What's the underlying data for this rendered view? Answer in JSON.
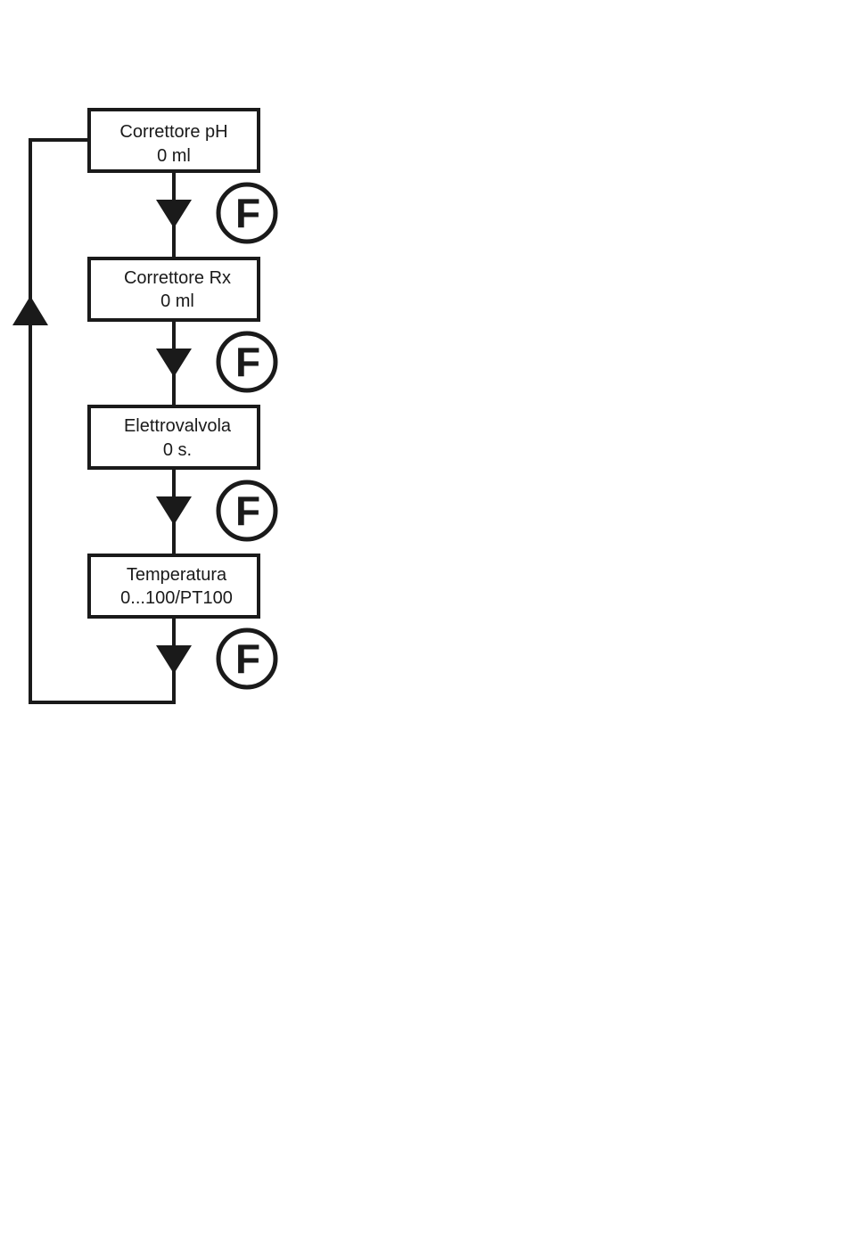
{
  "steps": [
    {
      "title": "Correttore pH",
      "value": "0 ml",
      "key": "F"
    },
    {
      "title": "Correttore Rx",
      "value": "0 ml",
      "key": "F"
    },
    {
      "title": "Elettrovalvola",
      "value": "0 s.",
      "key": "F"
    },
    {
      "title": "Temperatura",
      "value": "0...100/PT100",
      "key": "F"
    }
  ]
}
